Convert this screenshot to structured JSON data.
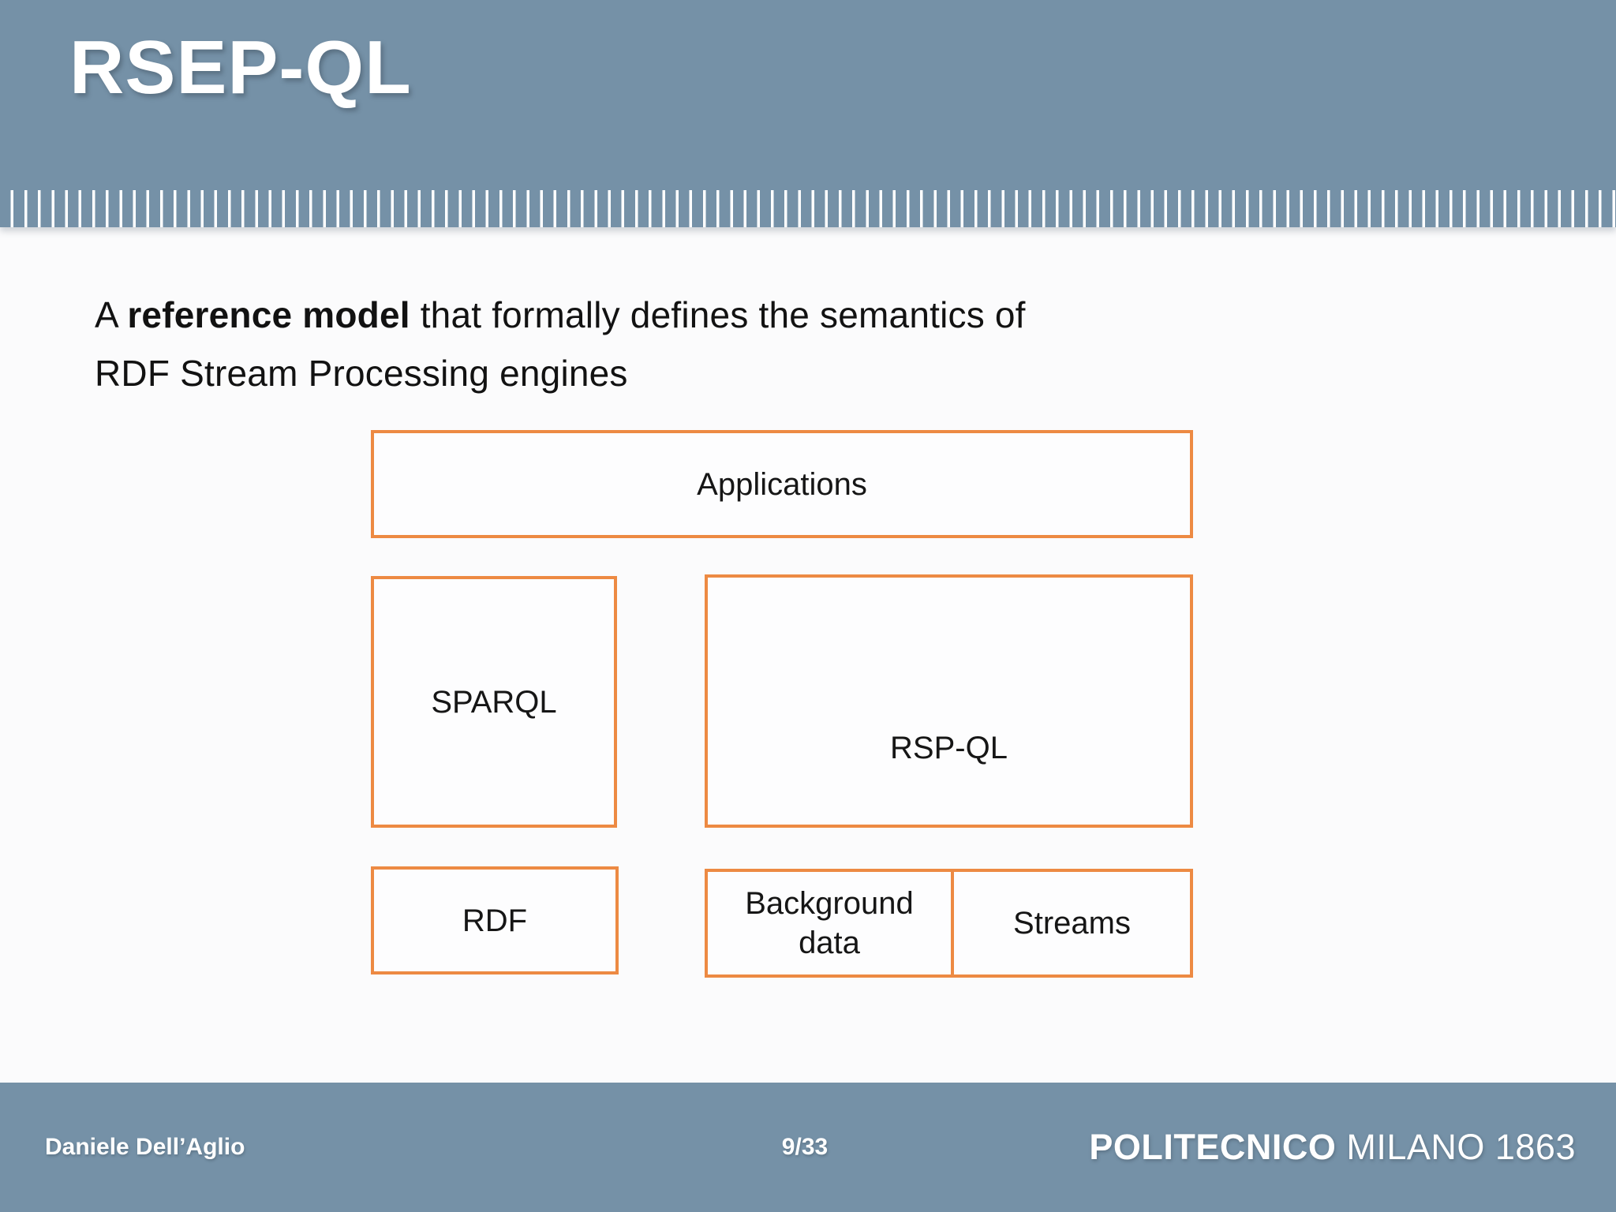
{
  "slide": {
    "title": "RSEP-QL",
    "body": {
      "line1_prefix": "A ",
      "line1_bold": "reference model",
      "line1_rest": " that formally defines the semantics of",
      "line2": "RDF Stream Processing engines"
    },
    "diagram": {
      "applications": "Applications",
      "sparql": "SPARQL",
      "rspql": "RSP-QL",
      "rdf": "RDF",
      "background_data": "Background data",
      "streams": "Streams"
    },
    "footer": {
      "author": "Daniele Dell’Aglio",
      "page": "9/33",
      "brand_bold": "POLITECNICO",
      "brand_rest": " MILANO 1863"
    },
    "colors": {
      "band_blue": "#7591a7",
      "box_border_orange": "#ed8a43",
      "text_dark": "#121212",
      "text_white": "#ffffff"
    }
  }
}
